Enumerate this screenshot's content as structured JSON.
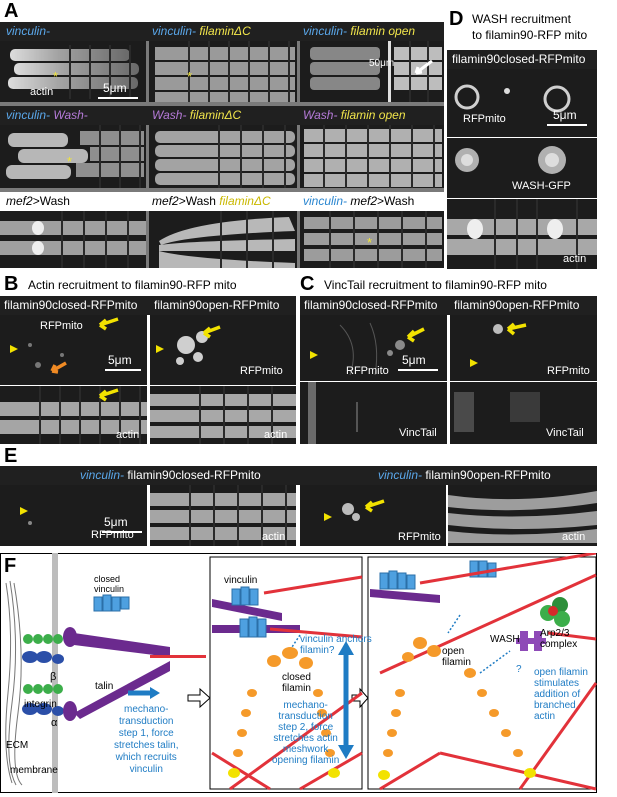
{
  "panel_letters": {
    "a": "A",
    "b": "B",
    "c": "C",
    "d": "D",
    "e": "E",
    "f": "F"
  },
  "panel_a": {
    "row1": {
      "h1a": "vinculin-",
      "h2a": "vinculin-",
      "h2b": " filaminΔC",
      "h3a": "vinculin-",
      "h3b": " filamin open"
    },
    "row2": {
      "h1a": "vinculin-",
      "h1b": " Wash-",
      "h2a": "Wash-",
      "h2b": " filaminΔC",
      "h3a": "Wash-",
      "h3b": " filamin open"
    },
    "row3": {
      "h1a": "mef2",
      "h1b": ">Wash",
      "h2a": "mef2",
      "h2b": ">Wash",
      "h2c": " filaminΔC",
      "h3a": "vinculin-",
      "h3b": " mef2",
      "h3c": ">Wash"
    },
    "actin_label": "actin",
    "scalebar": "5μm",
    "scalebar2": "50μm",
    "star": "*"
  },
  "panel_b": {
    "title": "Actin recruitment to filamin90-RFP mito",
    "col1": "filamin90closed-RFPmito",
    "col2": "filamin90open-RFPmito",
    "rfp": "RFPmito",
    "actin": "actin",
    "scalebar": "5μm"
  },
  "panel_c": {
    "title": "VincTail recruitment to filamin90-RFP mito",
    "col1": "filamin90closed-RFPmito",
    "col2": "filamin90open-RFPmito",
    "rfp": "RFPmito",
    "vinctail": "VincTail",
    "scalebar": "5μm"
  },
  "panel_d": {
    "title_line1": "WASH recruitment",
    "title_line2": "to filamin90-RFP mito",
    "col": "filamin90closed-RFPmito",
    "rfp": "RFPmito",
    "wash": "WASH-GFP",
    "actin": "actin",
    "scalebar": "5μm"
  },
  "panel_e": {
    "h1a": "vinculin-",
    "h1b": " filamin90closed-RFPmito",
    "h2a": "vinculin-",
    "h2b": " filamin90open-RFPmito",
    "rfp": "RFPmito",
    "actin": "actin",
    "scalebar": "5μm"
  },
  "panel_f": {
    "closed_vinculin": "closed\nvinculin",
    "beta": "β",
    "alpha": "α",
    "integrin": "integrin",
    "ecm": "ECM",
    "membrane": "membrane",
    "talin": "talin",
    "step1": "mechano-\ntransduction\nstep 1, force\nstretches talin,\nwhich recruits\nvinculin",
    "vinculin": "vinculin",
    "anchors": "vinculin anchors\nfilamin?",
    "closed_filamin": "closed\nfilamin",
    "step2": "mechano-\ntransduction\nstep 2, force\nstretches actin\nmeshwork\nopening filamin",
    "wash": "WASH",
    "arp": "Arp2/3\ncomplex",
    "open_filamin": "open\nfilamin",
    "question": "?",
    "stimulates": "open filamin\nstimulates\naddition of\nbranched\nactin"
  },
  "colors": {
    "vinculin_blue": "#5aa7ea",
    "filamin_yellow": "#f1e54b",
    "wash_purple": "#b57ad8",
    "arrow_yellow": "#f2e200",
    "arrow_orange": "#f08a24",
    "actin_red": "#e2323a",
    "filamin_orange": "#f59a2a",
    "talin_purple": "#6b2a8e",
    "text_blue": "#1f7cc4"
  }
}
